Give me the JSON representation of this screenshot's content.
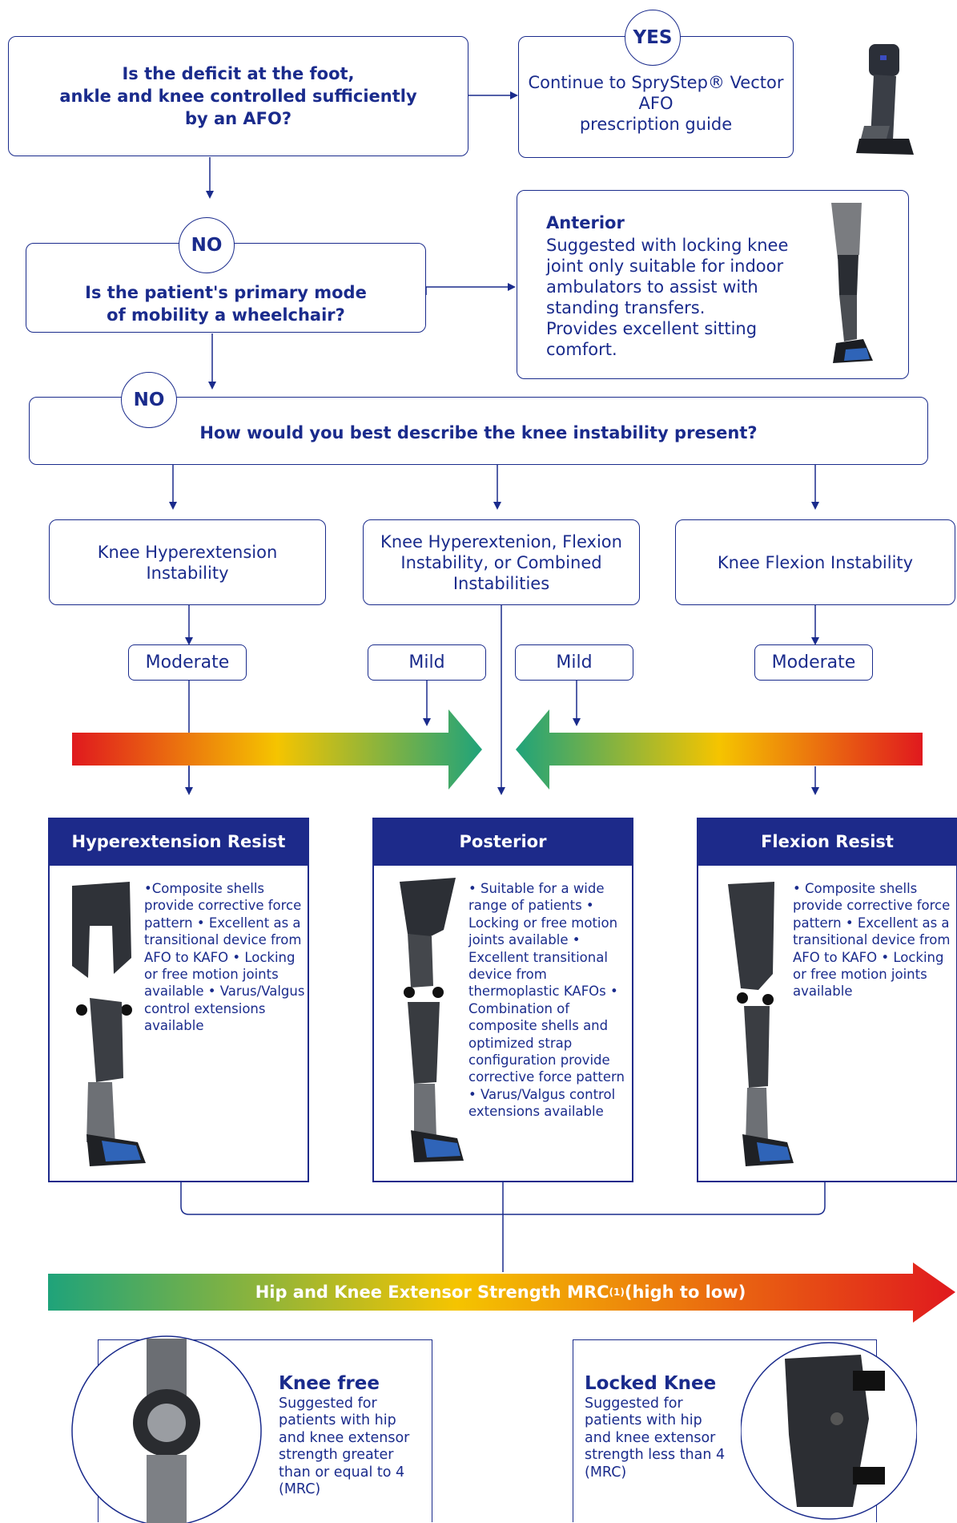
{
  "q1": {
    "text": "Is the deficit at the foot,\nankle and knee controlled sufficiently\nby an AFO?"
  },
  "yes_badge": "YES",
  "yes_result": {
    "text": "Continue to SpryStep® Vector\nAFO\nprescription guide"
  },
  "no_badge_1": "NO",
  "q2": {
    "text": "Is the patient's primary mode\nof mobility a wheelchair?"
  },
  "anterior": {
    "title": "Anterior",
    "text": "Suggested with locking knee\njoint only suitable for indoor\nambulators to assist with\nstanding transfers.\nProvides excellent sitting\ncomfort."
  },
  "no_badge_2": "NO",
  "q3": {
    "text": "How would you best describe the knee instability present?"
  },
  "categories": {
    "left": "Knee Hyperextension\nInstability",
    "middle": "Knee Hyperextenion, Flexion\nInstability, or Combined\nInstabilities",
    "right": "Knee Flexion Instability"
  },
  "severity": {
    "left": "Moderate",
    "mid_left": "Mild",
    "mid_right": "Mild",
    "right": "Moderate"
  },
  "cards": [
    {
      "title": "Hyperextension Resist",
      "bullets": "•Composite shells\n provide corrective\n force pattern\n• Excellent as a\n  transitional device\n  from AFO to KAFO\n• Locking or free\n  motion joints\n  available\n• Varus/Valgus control\n  extensions available"
    },
    {
      "title": "Posterior",
      "bullets": "• Suitable for a wide\n  range of patients\n• Locking or free\n  motion joints available\n• Excellent transitional\n  device from\n  thermoplastic\n  KAFOs\n• Combination of\n  composite shells\n  and optimized\n  strap configuration\n  provide corrective\n  force pattern\n• Varus/Valgus control\n  extensions available"
    },
    {
      "title": "Flexion Resist",
      "bullets": "• Composite shells\n  provide corrective\n  force pattern\n• Excellent as a\n  transitional device\n  from AFO to KAFO\n• Locking or free\n  motion joints\n  available"
    }
  ],
  "strength_bar": {
    "label": "Hip and Knee Extensor Strength MRC",
    "sup": "(1)",
    "suffix": " (high to low)"
  },
  "knee_free": {
    "title": "Knee free",
    "text": "Suggested for\npatients with hip\nand knee extensor\nstrength greater\nthan or equal to 4\n(MRC)"
  },
  "locked_knee": {
    "title": "Locked Knee",
    "text": "Suggested for\npatients with hip\nand knee extensor\nstrength less than 4\n(MRC)"
  },
  "colors": {
    "navy": "#1d2a8a",
    "red": "#e0191e",
    "yellow": "#f5c400",
    "green": "#1fa37a"
  }
}
